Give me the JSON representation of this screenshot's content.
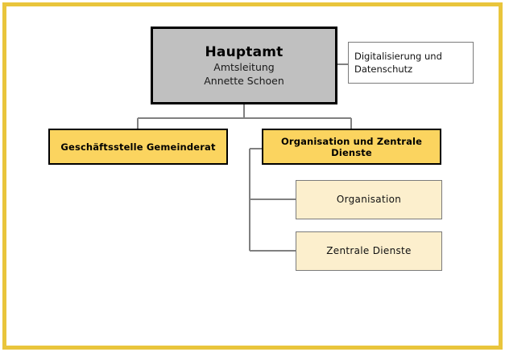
{
  "diagram": {
    "title_text": "Hauptamt",
    "frame_color": "#e9c53c",
    "root": {
      "title": "Hauptamt",
      "role": "Amtsleitung",
      "person": "Annette Schoen",
      "fill": "#c0c0c0",
      "border": "#000000"
    },
    "side_unit": {
      "line1": "Digitalisierung und",
      "line2": "Datenschutz",
      "fill": "#ffffff",
      "border": "#7b7b7b"
    },
    "level2": [
      {
        "label": "Geschäftsstelle Gemeinderat",
        "fill": "#fbd45f",
        "border": "#000000"
      },
      {
        "label": "Organisation und Zentrale Dienste",
        "fill": "#fbd45f",
        "border": "#000000"
      }
    ],
    "level3": [
      {
        "label": "Organisation",
        "fill": "#fcefcd",
        "border": "#7b7b7b"
      },
      {
        "label": "Zentrale Dienste",
        "fill": "#fcefcd",
        "border": "#7b7b7b"
      }
    ],
    "connector_color": "#808080"
  }
}
